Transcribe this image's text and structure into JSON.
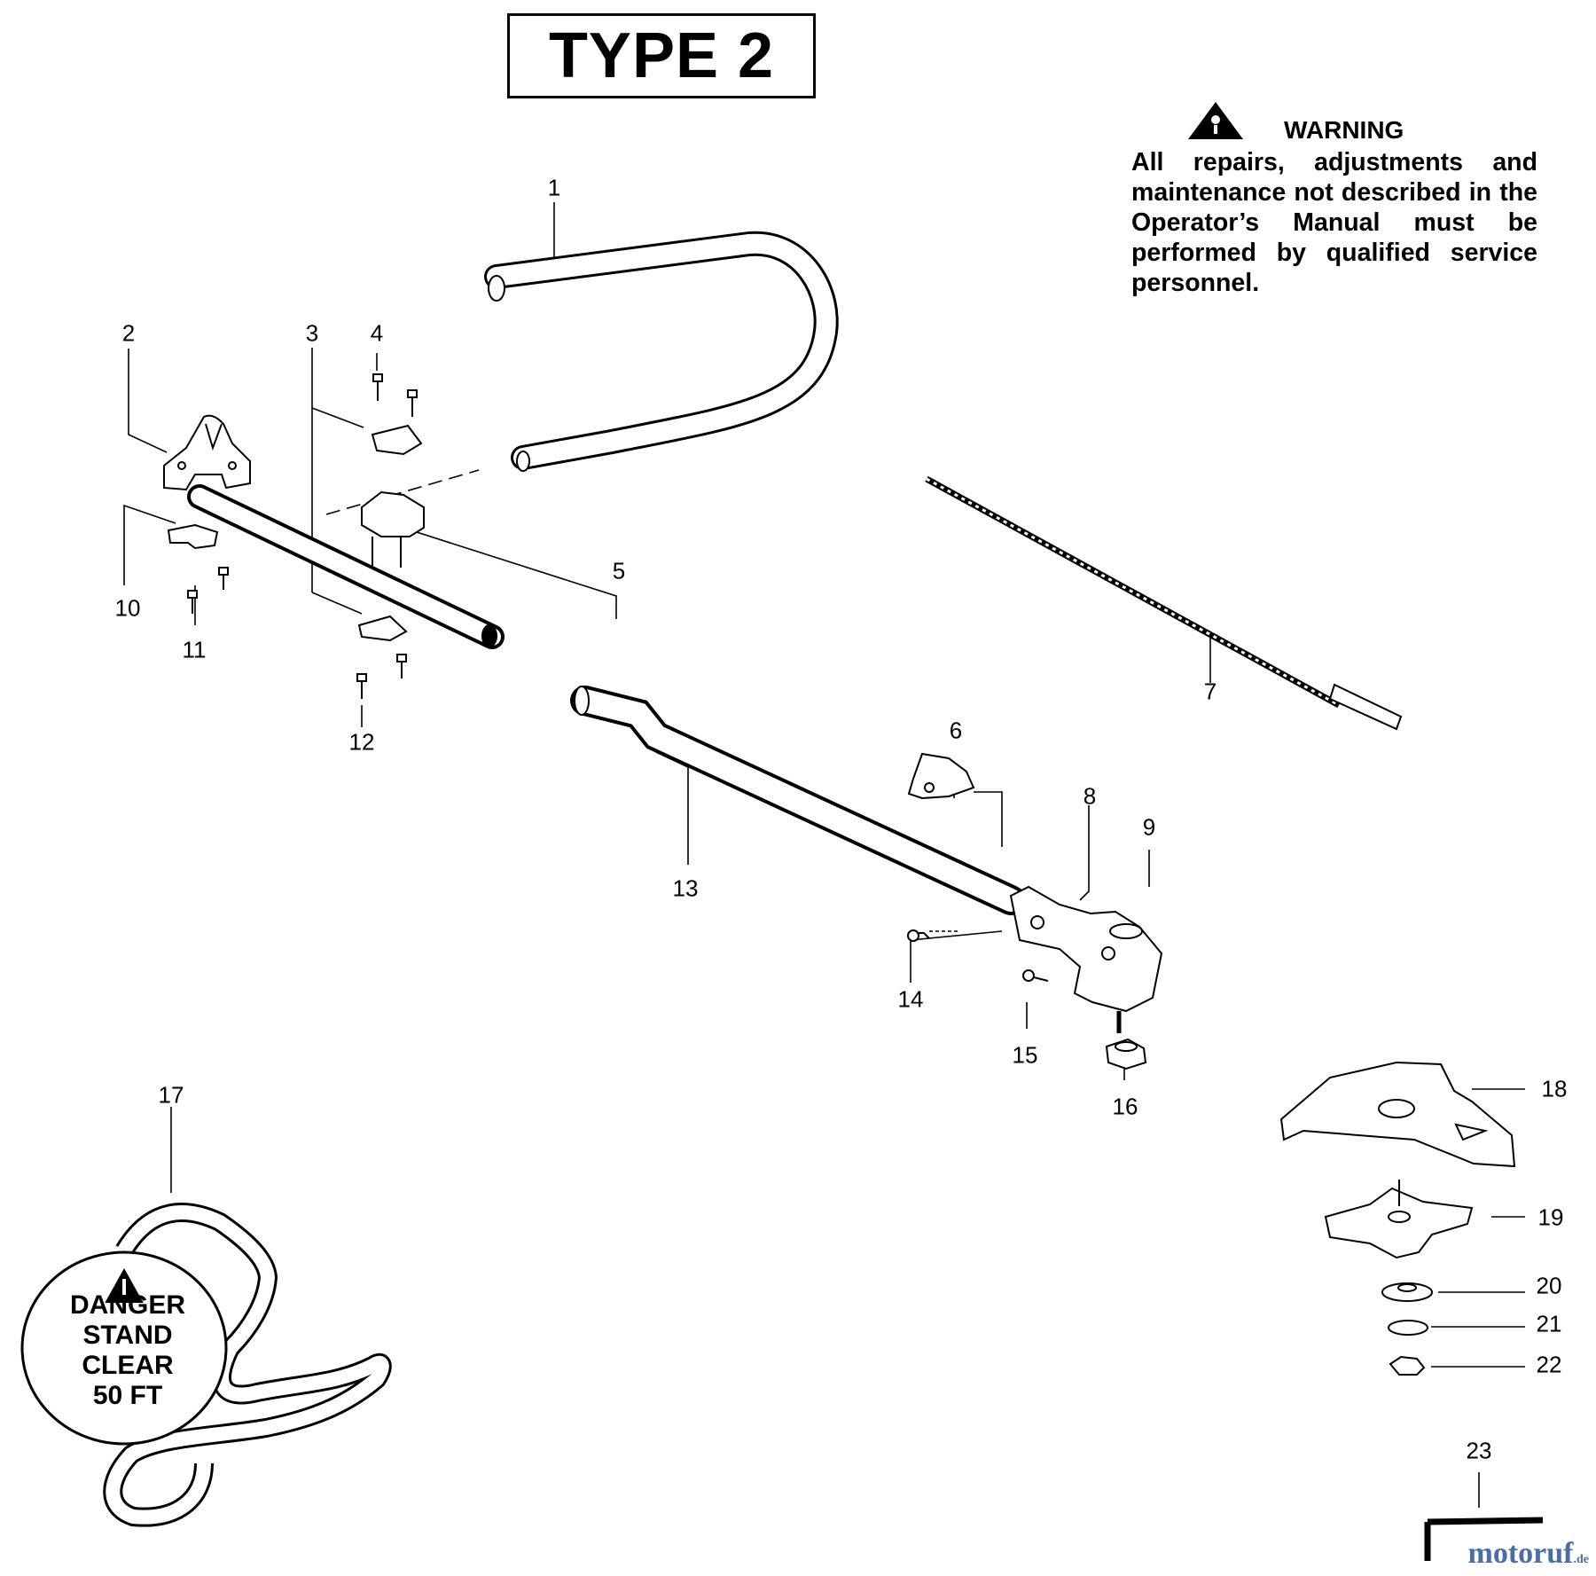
{
  "title": "TYPE 2",
  "warning": {
    "heading": "WARNING",
    "text": "All repairs, adjustments and maintenance not described in the Operator’s Manual must be performed by qualified service personnel."
  },
  "danger_decal": {
    "lines": [
      "DANGER",
      "STAND",
      "CLEAR",
      "50 FT"
    ]
  },
  "callouts": [
    "1",
    "2",
    "3",
    "4",
    "5",
    "6",
    "7",
    "8",
    "9",
    "10",
    "11",
    "12",
    "13",
    "14",
    "15",
    "16",
    "17",
    "18",
    "19",
    "20",
    "21",
    "22",
    "23"
  ],
  "watermark": {
    "brand": "motoruf",
    "tld": ".de"
  },
  "icons": [
    "warning-triangle-icon",
    "danger-triangle-icon"
  ]
}
